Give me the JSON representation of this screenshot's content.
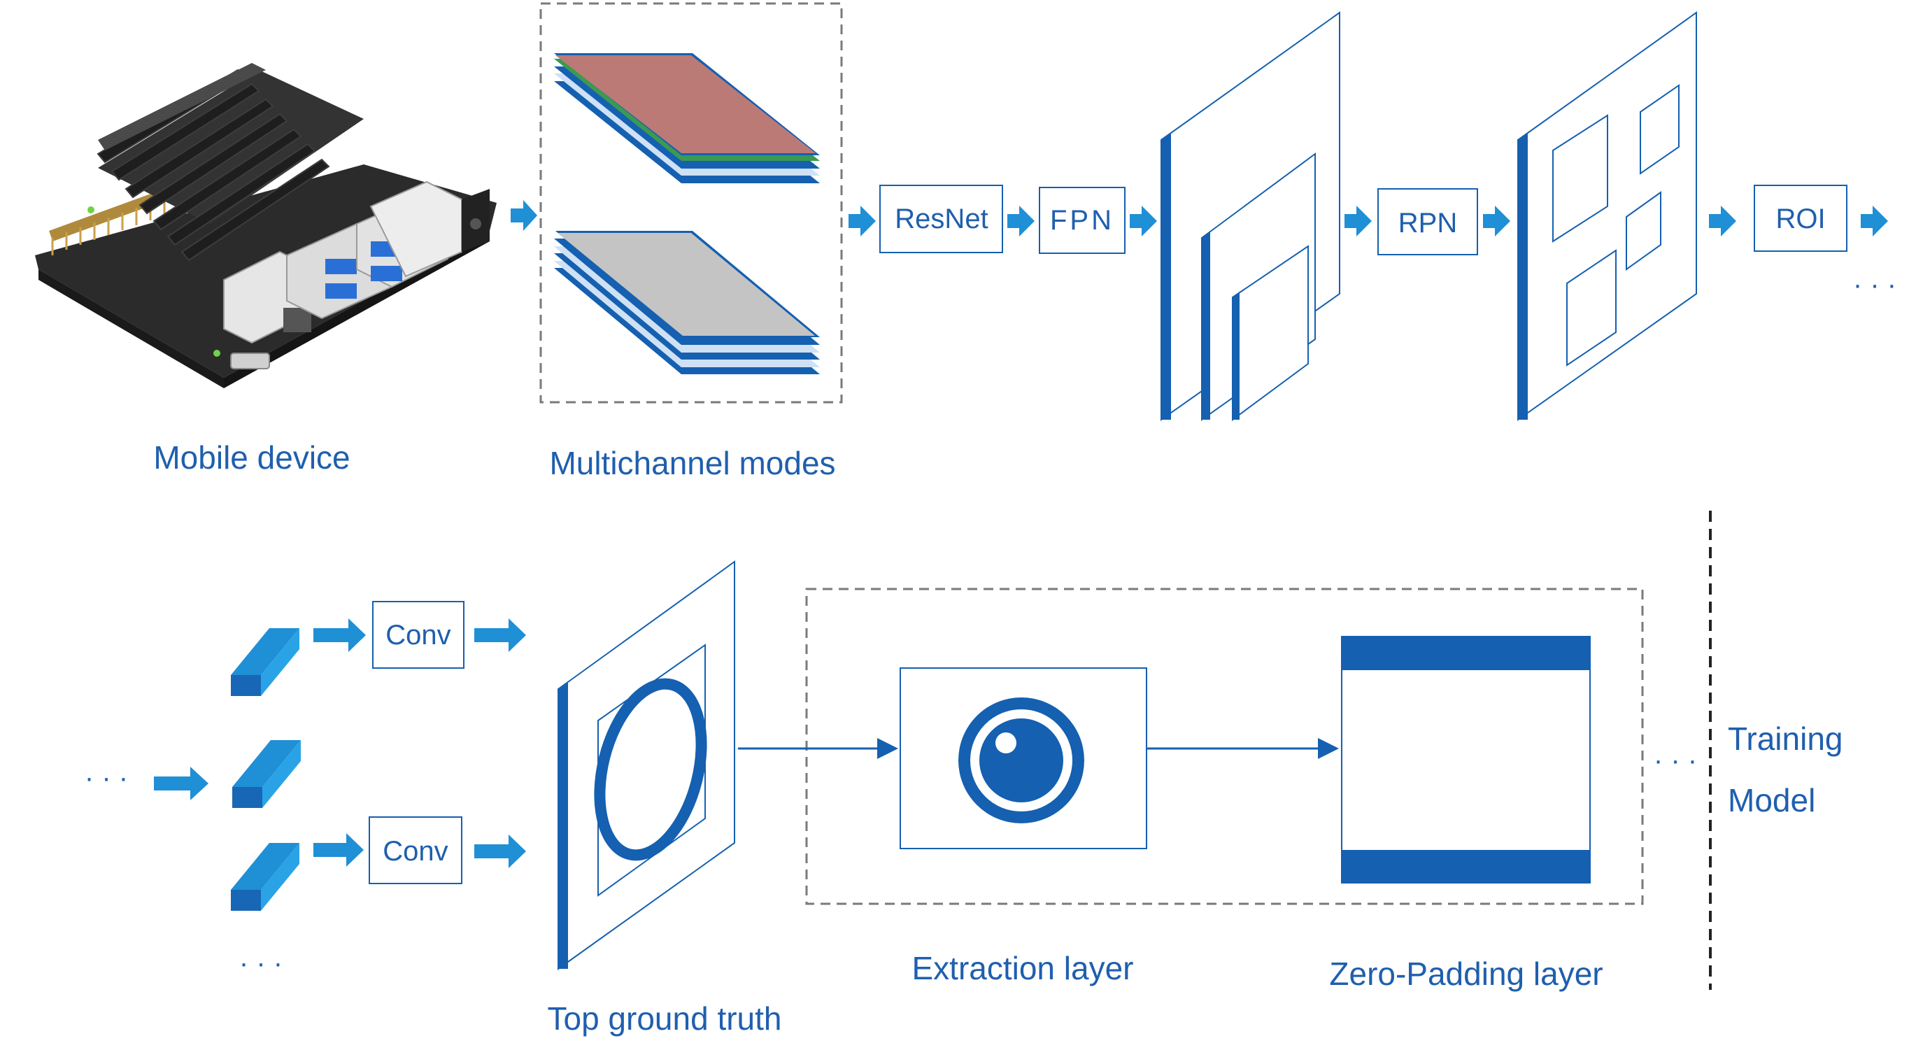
{
  "colors": {
    "primary_blue": "#1560b0",
    "arrow_cyan": "#1f8fd6",
    "label_blue": "#1f5fae",
    "dashed_gray": "#7a7a7a",
    "layer_red": "#bc7a76",
    "layer_green": "#3a9a52",
    "layer_gray": "#c4c4c4"
  },
  "top_row": {
    "device_label": "Mobile device",
    "multichannel_label": "Multichannel modes",
    "boxes": {
      "resnet": "ResNet",
      "fpn": "FPN",
      "rpn": "RPN",
      "roi": "ROI"
    },
    "continuation": "· · ·"
  },
  "bottom_row": {
    "left_ellipsis": "· · ·",
    "bottom_ellipsis": "· · ·",
    "conv_top": "Conv",
    "conv_bottom": "Conv",
    "ground_truth_label": "Top ground truth",
    "extraction_label": "Extraction layer",
    "zero_padding_label": "Zero-Padding layer",
    "mid_ellipsis": "· · ·",
    "training_label": "Training",
    "model_label": "Model"
  },
  "icons": {
    "device": "jetson-board-icon",
    "eye": "eye-icon"
  }
}
